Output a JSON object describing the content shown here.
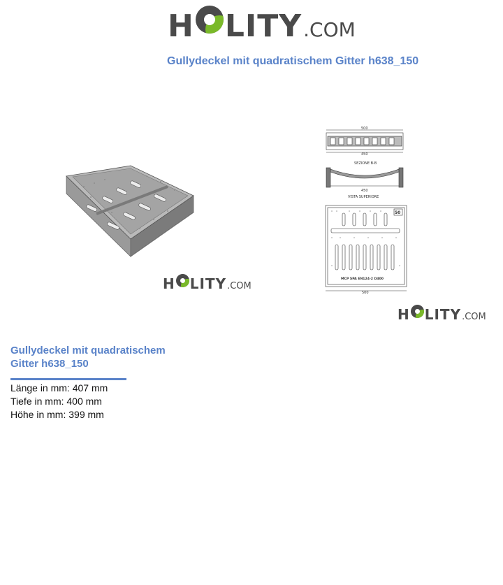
{
  "logo": {
    "brand_left": "H",
    "brand_right": "LITY",
    "domain": ".COM"
  },
  "header": {
    "title": "Gullydeckel mit quadratischem Gitter h638_150"
  },
  "drawing": {
    "dim_top": "500",
    "dim_bottom": "450",
    "section_label": "SEZIONE B-B",
    "dim_section": "450",
    "view_label": "VISTA SUPERIORE",
    "class_badge": "50",
    "plate_text": "MCP SPA EN124-2 D400",
    "dim_plan_bottom": "500"
  },
  "product": {
    "title": "Gullydeckel mit quadratischem Gitter h638_150",
    "specs": [
      {
        "label": "Länge in mm:",
        "value": "407 mm"
      },
      {
        "label": "Tiefe in mm:",
        "value": "400 mm"
      },
      {
        "label": "Höhe in mm:",
        "value": "399 mm"
      }
    ]
  },
  "colors": {
    "accent": "#5a83c9",
    "logo_gray": "#4a4a4a",
    "logo_green": "#7ab929"
  }
}
